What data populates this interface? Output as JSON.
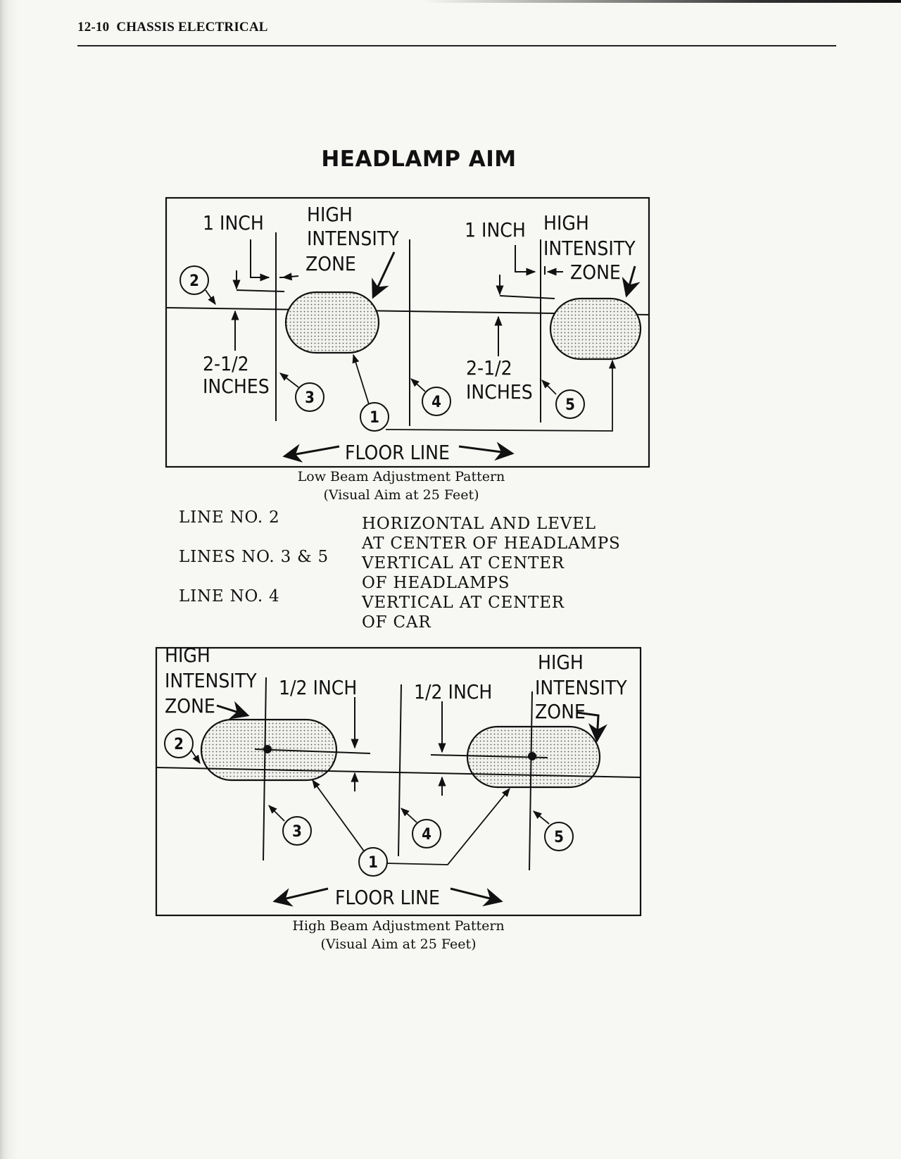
{
  "header": {
    "page_number": "12-10",
    "section": "CHASSIS ELECTRICAL"
  },
  "title": "HEADLAMP AIM",
  "low_beam": {
    "labels": {
      "one_inch_left": "1 INCH",
      "one_inch_right": "1 INCH",
      "hiz_left": [
        "HIGH",
        "INTENSITY",
        "ZONE"
      ],
      "hiz_right": [
        "HIGH",
        "INTENSITY",
        "ZONE"
      ],
      "two_half_left": [
        "2-1/2",
        "INCHES"
      ],
      "two_half_right": [
        "2-1/2",
        "INCHES"
      ],
      "floor_line": "FLOOR LINE"
    },
    "callouts": [
      "1",
      "2",
      "3",
      "4",
      "5"
    ],
    "caption": [
      "Low Beam Adjustment Pattern",
      "(Visual Aim at 25 Feet)"
    ]
  },
  "legend": [
    {
      "label": "LINE NO. 2",
      "value": [
        "HORIZONTAL AND LEVEL",
        "AT CENTER OF HEADLAMPS"
      ]
    },
    {
      "label": "LINES NO. 3 & 5",
      "value": [
        "VERTICAL AT CENTER",
        "OF HEADLAMPS"
      ]
    },
    {
      "label": "LINE NO. 4",
      "value": [
        "VERTICAL AT CENTER",
        "OF CAR"
      ]
    }
  ],
  "high_beam": {
    "labels": {
      "hiz_left": [
        "HIGH",
        "INTENSITY",
        "ZONE"
      ],
      "hiz_right": [
        "HIGH",
        "INTENSITY",
        "ZONE"
      ],
      "half_inch_left": "1/2 INCH",
      "half_inch_right": "1/2 INCH",
      "floor_line": "FLOOR LINE"
    },
    "callouts": [
      "1",
      "2",
      "3",
      "4",
      "5"
    ],
    "caption": [
      "High Beam Adjustment Pattern",
      "(Visual Aim at 25 Feet)"
    ]
  }
}
